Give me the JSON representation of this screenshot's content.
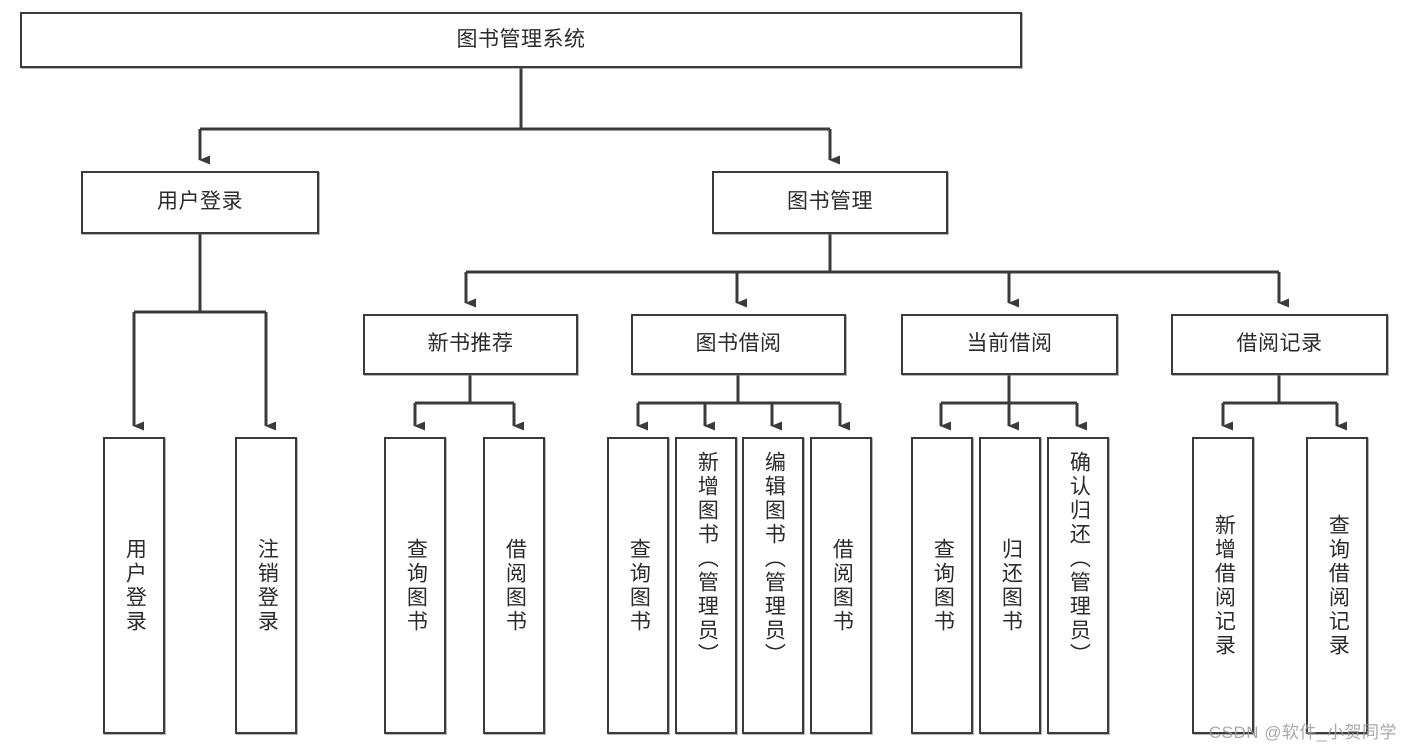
{
  "diagram": {
    "type": "tree-hierarchy-chart",
    "title_node": {
      "label": "图书管理系统"
    },
    "level2": [
      {
        "id": "user-login",
        "label": "用户登录"
      },
      {
        "id": "book-management",
        "label": "图书管理"
      }
    ],
    "level3": [
      {
        "id": "new-book-recommend",
        "label": "新书推荐",
        "parent": "book-management"
      },
      {
        "id": "book-borrow",
        "label": "图书借阅",
        "parent": "book-management"
      },
      {
        "id": "current-borrow",
        "label": "当前借阅",
        "parent": "book-management"
      },
      {
        "id": "borrow-record",
        "label": "借阅记录",
        "parent": "book-management"
      }
    ],
    "leaves": [
      {
        "id": "leaf-user-login",
        "label": "用户登录",
        "parent": "user-login"
      },
      {
        "id": "leaf-logout-login",
        "label": "注销登录",
        "parent": "user-login"
      },
      {
        "id": "leaf-query-book-1",
        "label": "查询图书",
        "parent": "new-book-recommend"
      },
      {
        "id": "leaf-borrow-book-1",
        "label": "借阅图书",
        "parent": "new-book-recommend"
      },
      {
        "id": "leaf-query-book-2",
        "label": "查询图书",
        "parent": "book-borrow"
      },
      {
        "id": "leaf-add-book",
        "label": "新增图书（管理员）",
        "parent": "book-borrow"
      },
      {
        "id": "leaf-edit-book",
        "label": "编辑图书（管理员）",
        "parent": "book-borrow"
      },
      {
        "id": "leaf-borrow-book-2",
        "label": "借阅图书",
        "parent": "book-borrow"
      },
      {
        "id": "leaf-query-book-3",
        "label": "查询图书",
        "parent": "current-borrow"
      },
      {
        "id": "leaf-return-book",
        "label": "归还图书",
        "parent": "current-borrow"
      },
      {
        "id": "leaf-confirm-return",
        "label": "确认归还（管理员）",
        "parent": "current-borrow"
      },
      {
        "id": "leaf-add-record",
        "label": "新增借阅记录",
        "parent": "borrow-record"
      },
      {
        "id": "leaf-query-record",
        "label": "查询借阅记录",
        "parent": "borrow-record"
      }
    ],
    "colors": {
      "stroke": "#3b3b3b",
      "text": "#2b2b2b",
      "background": "#ffffff",
      "watermark": "#9a9a9a"
    }
  },
  "watermark": {
    "text": "CSDN @软件_小贺同学"
  }
}
